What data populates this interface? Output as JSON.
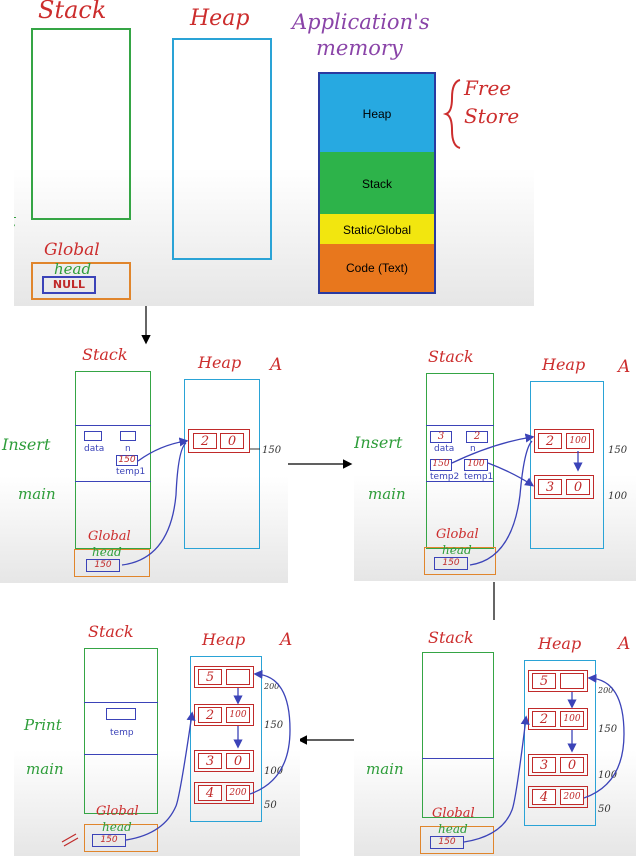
{
  "top": {
    "stack_title": "Stack",
    "heap_title": "Heap",
    "app_memory_title_1": "Application's",
    "app_memory_title_2": "memory",
    "free_store_1": "Free",
    "free_store_2": "Store",
    "side_letter": "t",
    "global_label": "Global",
    "head_label": "head",
    "head_value": "NULL",
    "segments": {
      "heap": "Heap",
      "stack": "Stack",
      "static": "Static/Global",
      "code": "Code (Text)"
    },
    "colors": {
      "heap": "#27a9e1",
      "stack": "#2db34a",
      "static": "#f2e60f",
      "code": "#e8771d",
      "border": "#2a3aa0"
    }
  },
  "panel1": {
    "stack": "Stack",
    "heap": "Heap",
    "a": "A",
    "insert": "Insert",
    "main": "main",
    "data": "data",
    "n": "n",
    "temp1_val": "150",
    "temp1": "temp1",
    "node_data": "2",
    "node_next": "0",
    "addr": "150",
    "global": "Global",
    "head": "head",
    "head_val": "150"
  },
  "panel2": {
    "stack": "Stack",
    "heap": "Heap",
    "a": "A",
    "insert": "Insert",
    "main": "main",
    "data_val": "3",
    "n_val": "2",
    "data": "data",
    "n": "n",
    "temp2_val": "150",
    "temp1_val": "100",
    "temp2": "temp2",
    "temp1": "temp1",
    "node1_data": "2",
    "node1_next": "100",
    "addr1": "150",
    "node2_data": "3",
    "node2_next": "0",
    "addr2": "100",
    "global": "Global",
    "head": "head",
    "head_val": "150"
  },
  "panel3": {
    "stack": "Stack",
    "heap": "Heap",
    "a": "A",
    "print": "Print",
    "temp": "temp",
    "main": "main",
    "nodes": [
      {
        "data": "5",
        "next": "",
        "addr": "200"
      },
      {
        "data": "2",
        "next": "100",
        "addr": "150"
      },
      {
        "data": "3",
        "next": "0",
        "addr": "100"
      },
      {
        "data": "4",
        "next": "200",
        "addr": "50"
      }
    ],
    "global": "Global",
    "head": "head",
    "head_val": "150"
  },
  "panel4": {
    "stack": "Stack",
    "heap": "Heap",
    "a": "A",
    "main": "main",
    "nodes": [
      {
        "data": "5",
        "next": "",
        "addr": "200"
      },
      {
        "data": "2",
        "next": "100",
        "addr": "150"
      },
      {
        "data": "3",
        "next": "0",
        "addr": "100"
      },
      {
        "data": "4",
        "next": "200",
        "addr": "50"
      }
    ],
    "global": "Global",
    "head": "head",
    "head_val": "150"
  }
}
